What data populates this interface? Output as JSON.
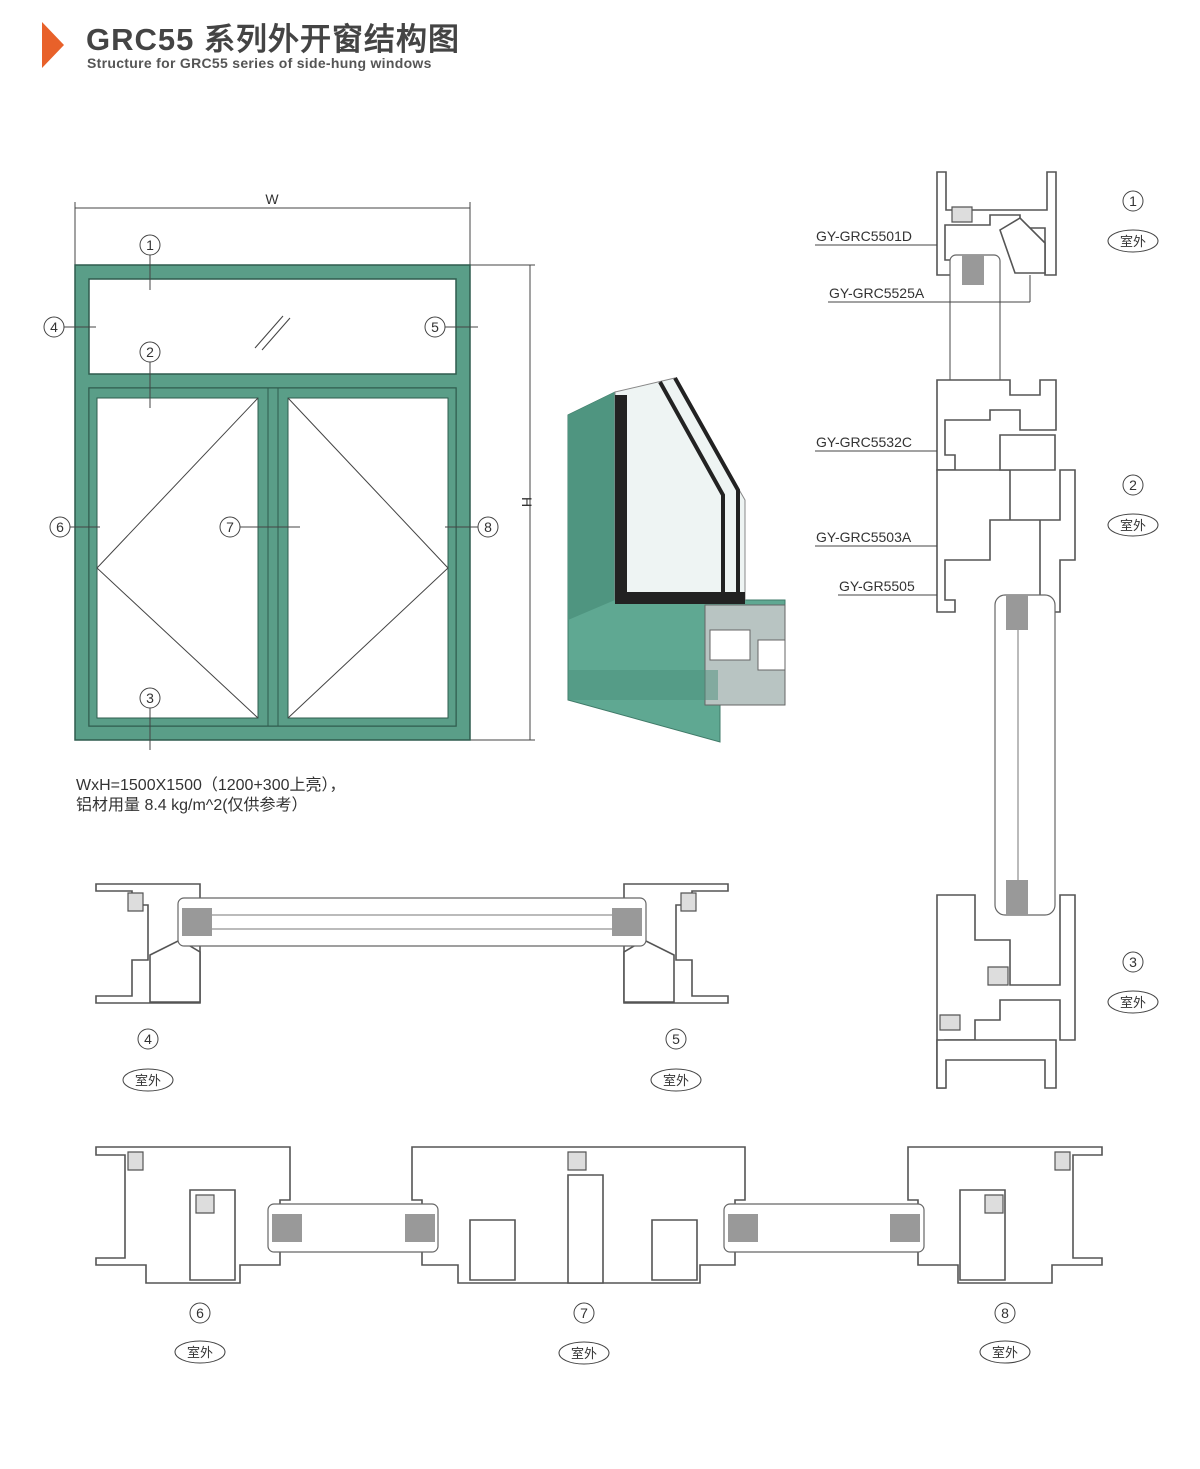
{
  "header": {
    "title": "GRC55 系列外开窗结构图",
    "subtitle": "Structure for GRC55 series of side-hung windows",
    "accent_color": "#e8612a"
  },
  "elevation": {
    "width_label": "W",
    "height_label": "H",
    "frame_color": "#5a9e88",
    "markers": [
      "1",
      "2",
      "3",
      "4",
      "5",
      "6",
      "7",
      "8"
    ]
  },
  "spec": {
    "line1": "WxH=1500X1500（1200+300上亮），",
    "line2": "铝材用量 8.4 kg/m^2(仅供参考）"
  },
  "vertical_section": {
    "profiles": [
      "GY-GRC5501D",
      "GY-GRC5525A",
      "GY-GRC5532C",
      "GY-GRC5503A",
      "GY-GR5505"
    ],
    "markers": [
      "1",
      "2",
      "3"
    ]
  },
  "outside_label": "室外",
  "horizontal_section_top": {
    "markers": [
      "4",
      "5"
    ]
  },
  "horizontal_section_bottom": {
    "markers": [
      "6",
      "7",
      "8"
    ]
  }
}
